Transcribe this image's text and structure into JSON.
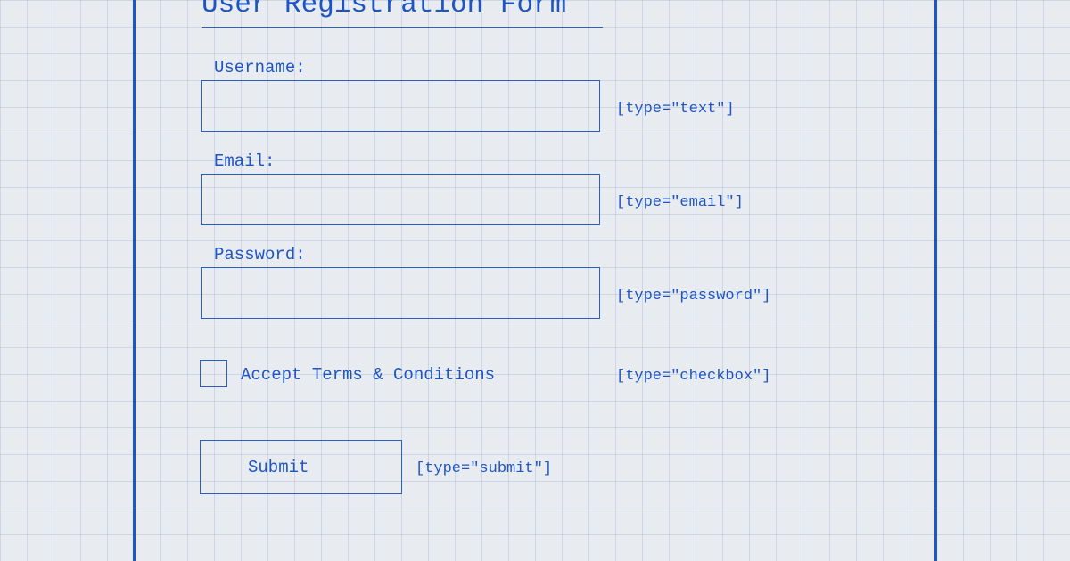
{
  "form": {
    "title": "User Registration Form",
    "fields": [
      {
        "label": "Username:",
        "type_note": "[type=\"text\"]",
        "value": "",
        "placeholder": ""
      },
      {
        "label": "Email:",
        "type_note": "[type=\"email\"]",
        "value": "",
        "placeholder": ""
      },
      {
        "label": "Password:",
        "type_note": "[type=\"password\"]",
        "value": "",
        "placeholder": ""
      }
    ],
    "checkbox": {
      "label": "Accept Terms & Conditions",
      "type_note": "[type=\"checkbox\"]",
      "checked": false
    },
    "submit": {
      "label": "Submit",
      "type_note": "[type=\"submit\"]"
    }
  },
  "colors": {
    "ink": "#1d56c4",
    "paper": "#e8ebf0",
    "grid": "#c4cee0"
  }
}
